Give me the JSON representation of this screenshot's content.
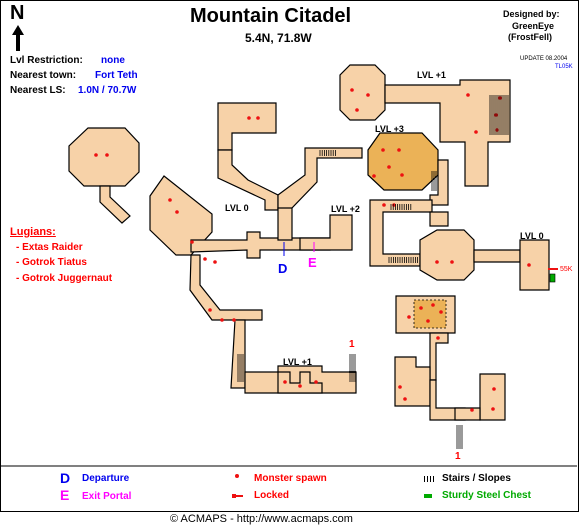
{
  "header": {
    "title": "Mountain Citadel",
    "coords": "5.4N, 71.8W",
    "compass_letter": "N",
    "designer_heading": "Designed by:",
    "designer_name": "GreenEye",
    "designer_alias": "(FrostFell)"
  },
  "info": {
    "lvl_restriction_label": "Lvl Restriction:",
    "lvl_restriction_value": "none",
    "nearest_town_label": "Nearest town:",
    "nearest_town_value": "Fort Teth",
    "nearest_ls_label": "Nearest LS:",
    "nearest_ls_value": "1.0N / 70.7W",
    "update_line": "UPDATE 08.2004",
    "update_author": "TL05K"
  },
  "lugians": {
    "heading": "Lugians:",
    "items": [
      "-  Extas Raider",
      "-  Gotrok Tiatus",
      "-  Gotrok Juggernaut"
    ]
  },
  "map_labels": {
    "lvl1_top": "LVL +1",
    "lvl3": "LVL +3",
    "lvl2": "LVL +2",
    "lvl0_center": "LVL 0",
    "lvl0_right": "LVL 0",
    "lvl1_bottom": "LVL +1",
    "departure_marker": "D",
    "exit_marker": "E",
    "stairs_num_left": "1",
    "stairs_num_bottom": "1",
    "lock_label": "55K"
  },
  "legend": {
    "departure_symbol": "D",
    "departure": "Departure",
    "exit_symbol": "E",
    "exit": "Exit Portal",
    "spawn": "Monster spawn",
    "locked": "Locked",
    "stairs": "Stairs / Slopes",
    "chest": "Sturdy Steel Chest"
  },
  "footer": {
    "copyright": "© ACMAPS - http://www.acmaps.com"
  },
  "colors": {
    "room_fill": "#f7d2a8",
    "room_dark": "#ebb257",
    "spawn": "#ee1111",
    "label_blue": "#0000ee",
    "label_magenta": "#ff00ff",
    "label_red": "#ff0000",
    "chest_green": "#00aa00",
    "legend_green": "#00aa00"
  }
}
